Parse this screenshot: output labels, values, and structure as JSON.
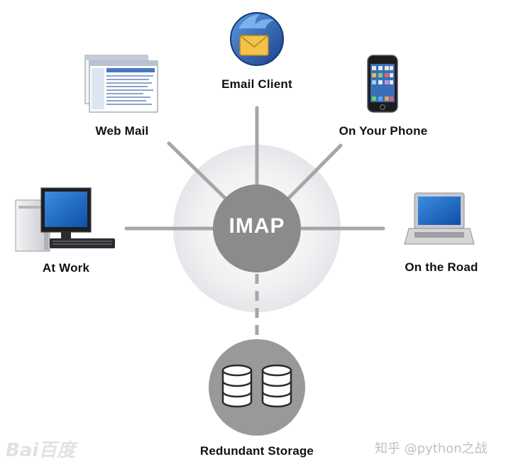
{
  "hub": {
    "label": "IMAP"
  },
  "nodes": {
    "email_client": {
      "label": "Email Client",
      "icon": "thunderbird-icon"
    },
    "web_mail": {
      "label": "Web Mail",
      "icon": "webmail-screen-icon"
    },
    "on_your_phone": {
      "label": "On Your Phone",
      "icon": "iphone-icon"
    },
    "at_work": {
      "label": "At Work",
      "icon": "desktop-computer-icon"
    },
    "on_the_road": {
      "label": "On the Road",
      "icon": "laptop-icon"
    },
    "redundant_storage": {
      "label": "Redundant Storage",
      "icon": "database-icon"
    }
  },
  "watermarks": {
    "left": "Bai百度",
    "right": "知乎 @python之战"
  },
  "colors": {
    "hub": "#8c8a8c",
    "connector": "#a7a5a7",
    "storage": "#9a989a",
    "glow": "#ececef"
  }
}
